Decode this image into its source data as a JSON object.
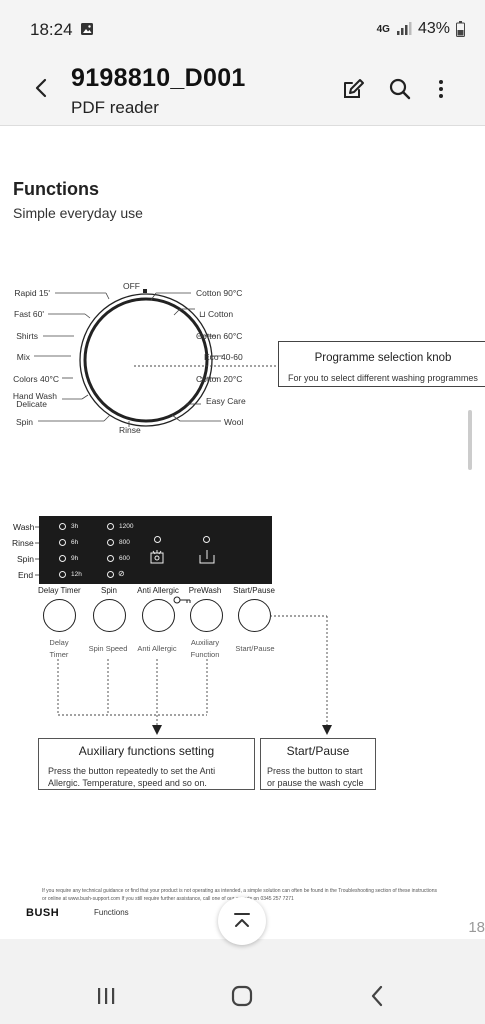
{
  "status": {
    "time": "18:24",
    "network": "4G",
    "battery": "43%"
  },
  "appbar": {
    "title": "9198810_D001",
    "subtitle": "PDF reader"
  },
  "doc": {
    "heading": "Functions",
    "subheading": "Simple everyday use",
    "knob": {
      "top_label": "OFF",
      "bottom_label": "Rinse",
      "left_labels": [
        "Rapid 15'",
        "Fast 60'",
        "Shirts",
        "Mix",
        "Colors 40°C",
        "Hand Wash",
        "Delicate",
        "Spin"
      ],
      "right_labels": [
        "Cotton 90°C",
        "Cotton",
        "Cotton 60°C",
        "Eco 40-60",
        "Cotton 20°C",
        "Easy Care",
        "Wool"
      ]
    },
    "knob_callout": {
      "title": "Programme selection knob",
      "desc": "For you to select different washing programmes"
    },
    "panel": {
      "row_labels": [
        "Wash",
        "Rinse",
        "Spin",
        "End"
      ],
      "times": [
        "3h",
        "6h",
        "9h",
        "12h"
      ],
      "speeds": [
        "1200",
        "800",
        "600"
      ]
    },
    "buttons": [
      {
        "label": "Delay Timer",
        "sub1": "Delay",
        "sub2": "Timer"
      },
      {
        "label": "Spin",
        "sub1": "Spin Speed",
        "sub2": ""
      },
      {
        "label": "Anti Allergic",
        "sub1": "Anti Allergic",
        "sub2": ""
      },
      {
        "label": "PreWash",
        "sub1": "Auxiliary",
        "sub2": "Function"
      },
      {
        "label": "Start/Pause",
        "sub1": "Start/Pause",
        "sub2": ""
      }
    ],
    "aux_box": {
      "title": "Auxiliary functions setting",
      "desc": "Press the button repeatedly to set the Anti Allergic. Temperature, speed and so on."
    },
    "start_box": {
      "title": "Start/Pause",
      "desc": "Press the button to start or pause the wash cycle"
    },
    "footer_note_1": "If you require any technical guidance or find that your product is not operating as intended, a simple solution can often be found in the Troubleshooting section of these instructions",
    "footer_note_2": "or online at www.bush-support.com If you still require further assistance, call one of our experts on 0345 257 7271",
    "brand": "BUSH",
    "footer_section": "Functions",
    "page_number": "18"
  },
  "icons": {
    "back": "back-arrow-icon",
    "edit": "edit-icon",
    "search": "search-icon",
    "more": "more-vert-icon",
    "scroll_top": "scroll-to-top-icon",
    "recents": "recents-icon",
    "home": "home-icon",
    "nav_back": "nav-back-icon"
  }
}
